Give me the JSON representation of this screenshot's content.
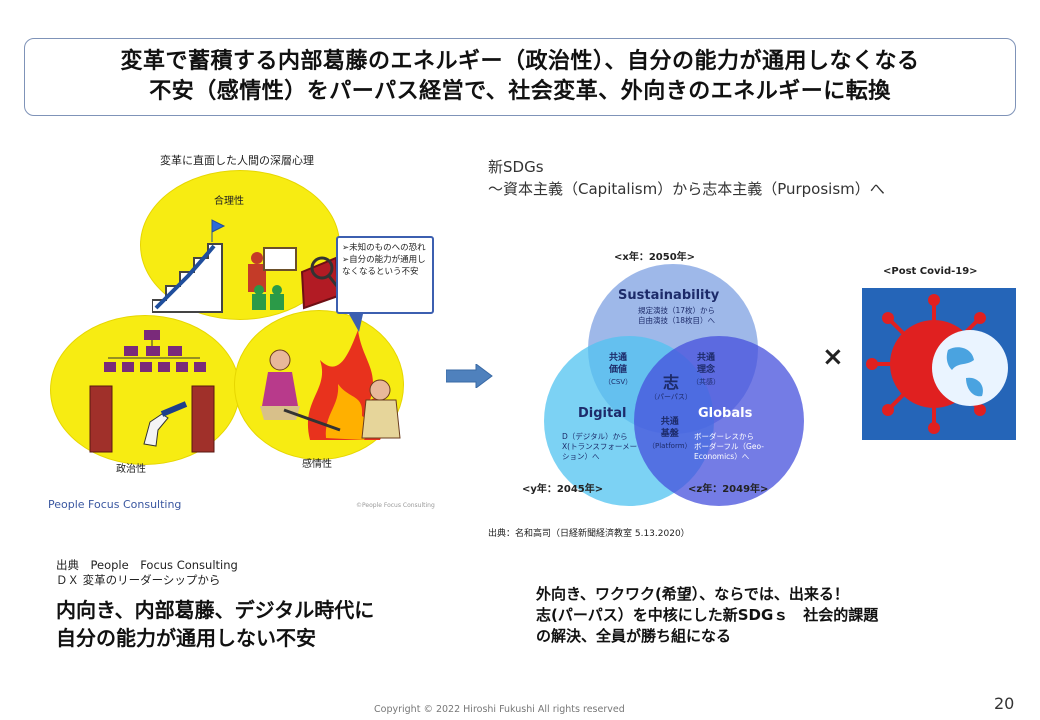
{
  "slide": {
    "title_line1": "変革で蓄積する内部葛藤のエネルギー（政治性）、自分の能力が通用しなくなる",
    "title_line2": "不安（感情性）をパーパス経営で、社会変革、外向きのエネルギーに転換",
    "page_number": "20",
    "copyright": "Copyright © 2022 Hiroshi Fukushi All rights reserved"
  },
  "left_figure": {
    "heading": "変革に直面した人間の深層心理",
    "label_top": "合理性",
    "label_left": "政治性",
    "label_right": "感情性",
    "speech_line1": "➢未知のものへの恐れ",
    "speech_line2": "➢自分の能力が通用しなくなるという不安",
    "logo": "People Focus Consulting",
    "small_copy": "©People Focus Consulting"
  },
  "left_caption": {
    "source_line1": "出典　People　Focus Consulting",
    "source_line2": "ＤＸ 変革のリーダーシップから",
    "message_line1": "内向き、内部葛藤、デジタル時代に",
    "message_line2": "自分の能力が通用しない不安"
  },
  "right_figure": {
    "heading_line1": "新SDGs",
    "heading_line2": "～資本主義（Capitalism）から志本主義（Purposism）へ",
    "year_x": "<x年：2050年>",
    "year_y": "<y年：2045年>",
    "year_z": "<z年：2049年>",
    "sustainability": "Sustainability",
    "sustainability_sub1": "規定演技（17枚）から",
    "sustainability_sub2": "自由演技（18枚目）へ",
    "digital": "Digital",
    "digital_sub1": "D（デジタル）から",
    "digital_sub2": "X(トランスフォーメー",
    "digital_sub3": "ション）へ",
    "globals": "Globals",
    "globals_sub1": "ボーダーレスから",
    "globals_sub2": "ボーダーフル（Geo-",
    "globals_sub3": "Economics）へ",
    "shared_value_1": "共通",
    "shared_value_2": "価値",
    "shared_value_3": "（CSV）",
    "shared_idea_1": "共通",
    "shared_idea_2": "理念",
    "shared_idea_3": "（共感）",
    "shared_base_1": "共通",
    "shared_base_2": "基盤",
    "shared_base_3": "（Platform）",
    "center_big": "志",
    "center_small": "（パーパス）",
    "source": "出典：名和高司（日経新聞経済教室 5.13.2020）",
    "times": "×",
    "covid_label": "<Post Covid-19>"
  },
  "right_caption": {
    "line1": "外向き、ワクワク(希望）、ならでは、出来る！",
    "line2": "志(パーパス）を中核にした新SDGｓ　社会的課題",
    "line3": "の解決、全員が勝ち組になる"
  },
  "colors": {
    "bubble_yellow": "#f7ec12",
    "title_border": "#7f93b8",
    "arrow_blue": "#4f81bd",
    "covid_red": "#e02020",
    "covid_blue": "#2565b8"
  }
}
